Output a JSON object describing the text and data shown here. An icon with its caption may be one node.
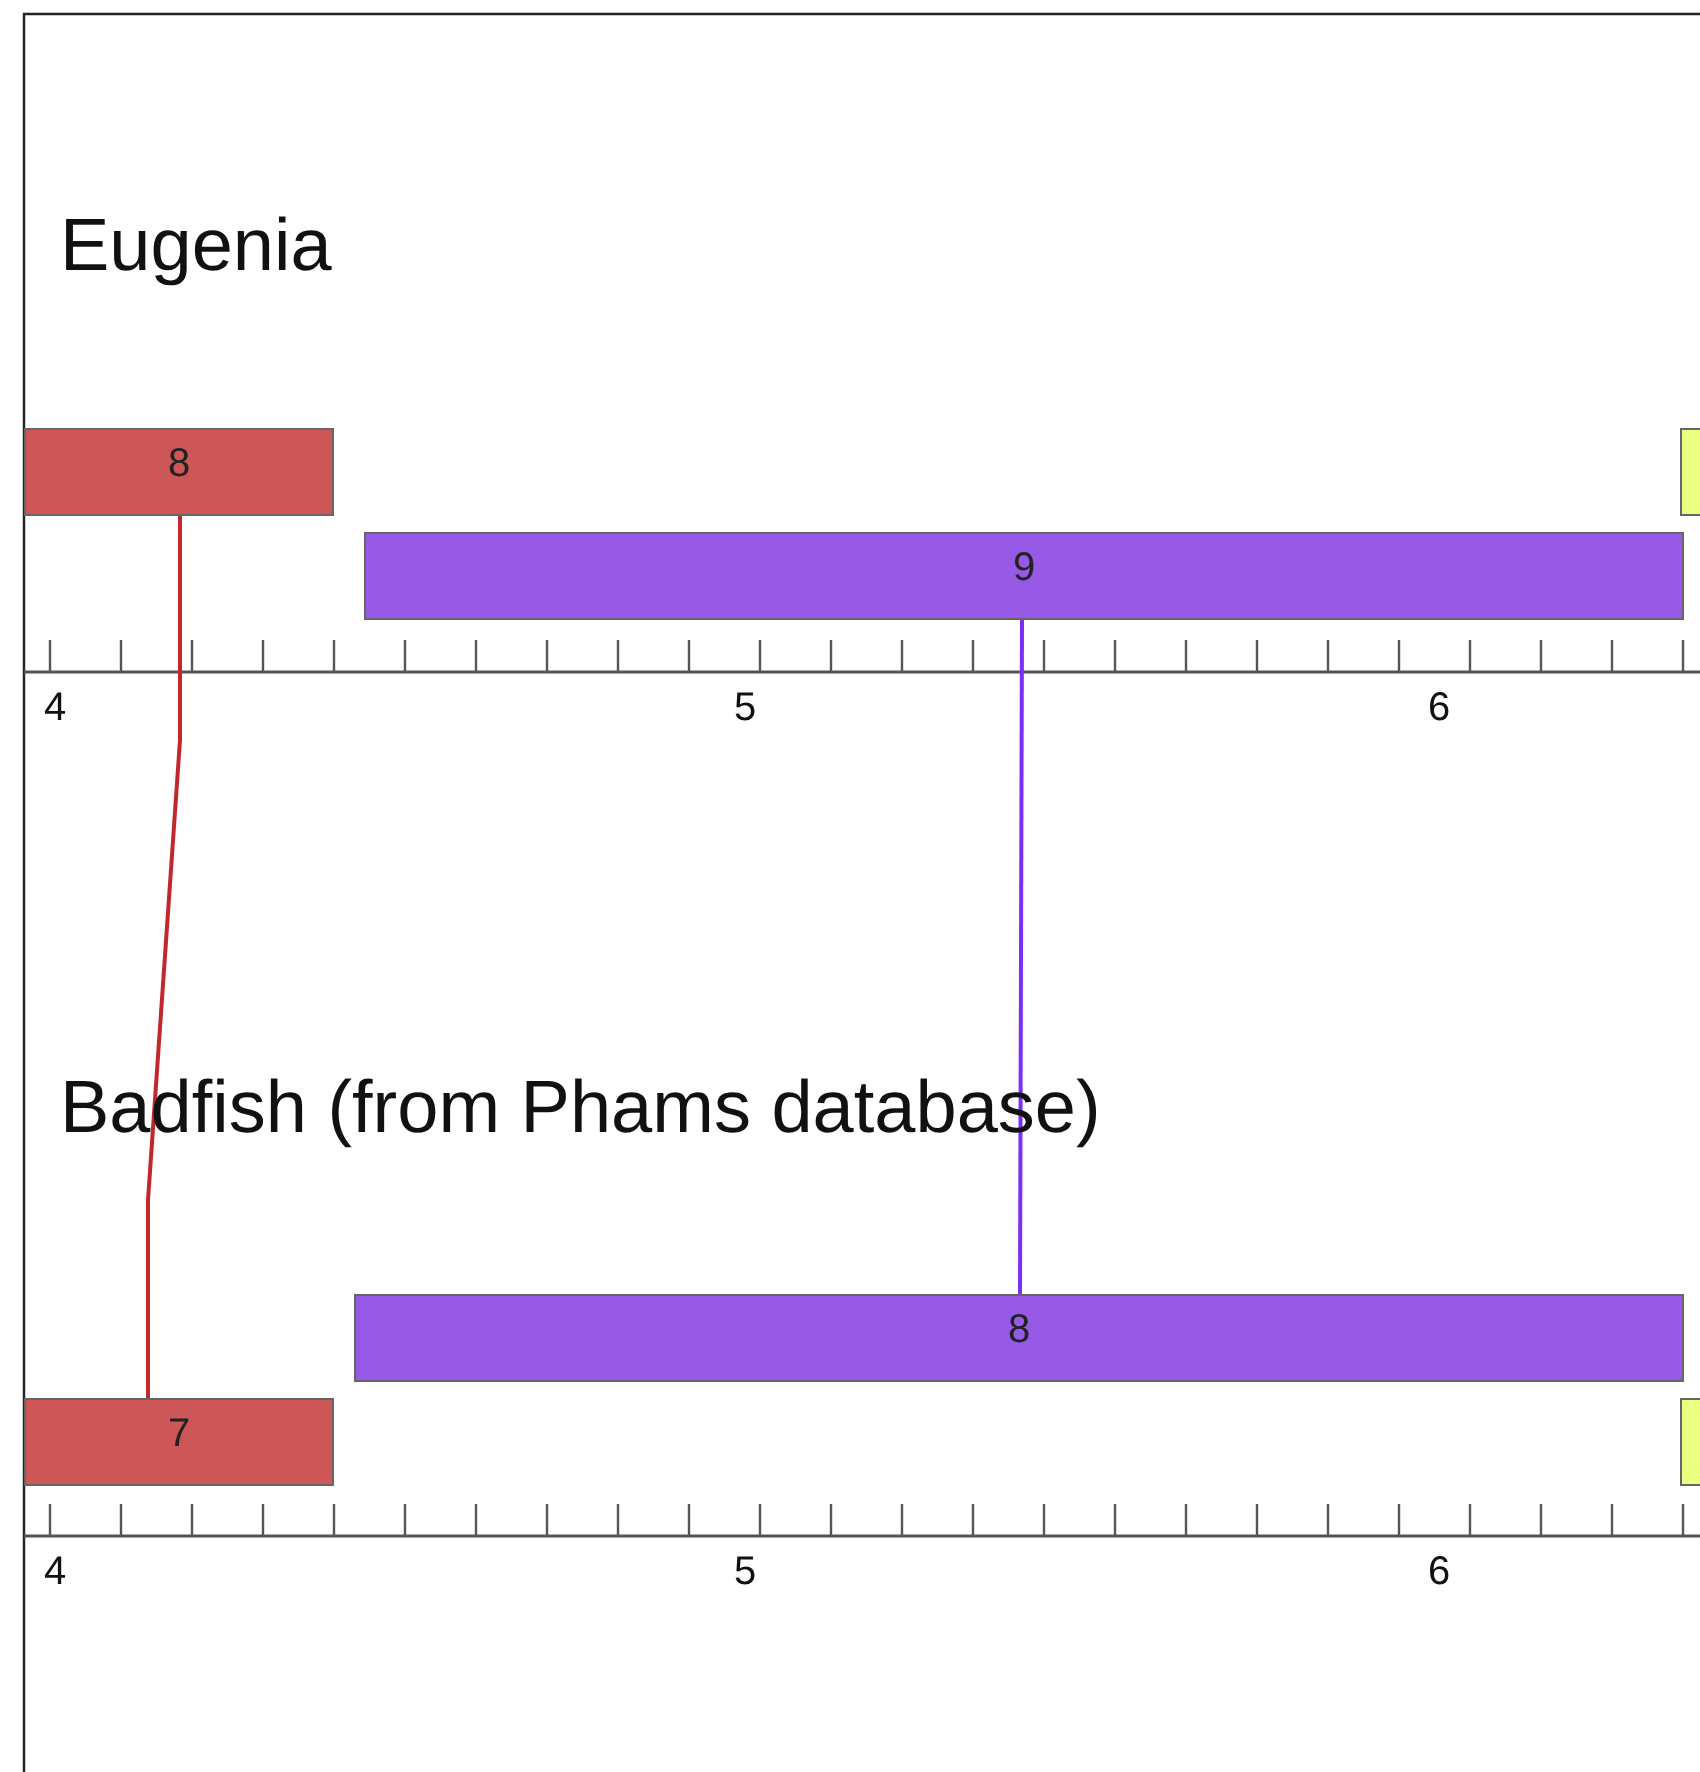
{
  "diagram": {
    "nodes": [
      {
        "text": [
          "8"
        ]
      },
      {
        "text": [
          "9"
        ]
      },
      {
        "text": [],
        "shape": "box"
      },
      {
        "text": [
          "8"
        ]
      },
      {
        "text": [
          "7"
        ]
      },
      {
        "text": [],
        "shape": "box"
      }
    ],
    "edges": [
      {
        "from": 0,
        "to": 4,
        "arrow": "none",
        "color": "#c0282d"
      },
      {
        "from": 1,
        "to": 3,
        "arrow": "none",
        "color": "#7b2ff0"
      }
    ],
    "labels": [
      "Eugenia",
      "4",
      "5",
      "6",
      "Badfish (from Phams database)",
      "4",
      "5",
      "6"
    ]
  }
}
